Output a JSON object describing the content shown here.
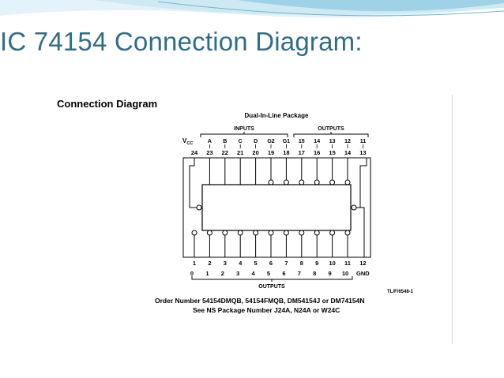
{
  "slide": {
    "title": "IC 74154 Connection Diagram:"
  },
  "figure": {
    "heading": "Connection Diagram",
    "package_label": "Dual-In-Line Package",
    "group_labels": {
      "inputs": "INPUTS",
      "outputs_top": "OUTPUTS",
      "outputs_bottom": "OUTPUTS"
    },
    "vcc": {
      "main": "V",
      "sub": "CC"
    },
    "gnd": "GND",
    "top_signals": [
      "A",
      "B",
      "C",
      "D",
      "G2",
      "G1",
      "15",
      "14",
      "13",
      "12",
      "11"
    ],
    "top_pins": [
      "24",
      "23",
      "22",
      "21",
      "20",
      "19",
      "18",
      "17",
      "16",
      "15",
      "14",
      "13"
    ],
    "bottom_pins": [
      "1",
      "2",
      "3",
      "4",
      "5",
      "6",
      "7",
      "8",
      "9",
      "10",
      "11",
      "12"
    ],
    "bottom_signals": [
      "0",
      "1",
      "2",
      "3",
      "4",
      "5",
      "6",
      "7",
      "8",
      "9",
      "10"
    ],
    "figure_code": "TL/F/6548-1",
    "order_text": "Order Number 54154DMQB, 54154FMQB, DM54154J or DM74154N",
    "package_text": "See NS Package Number J24A, N24A or W24C"
  },
  "colors": {
    "title": "#2e6e86",
    "wave_light": "#cfe9f3",
    "wave_mid": "#9fd2e6",
    "wave_dark": "#6fb6d2"
  }
}
